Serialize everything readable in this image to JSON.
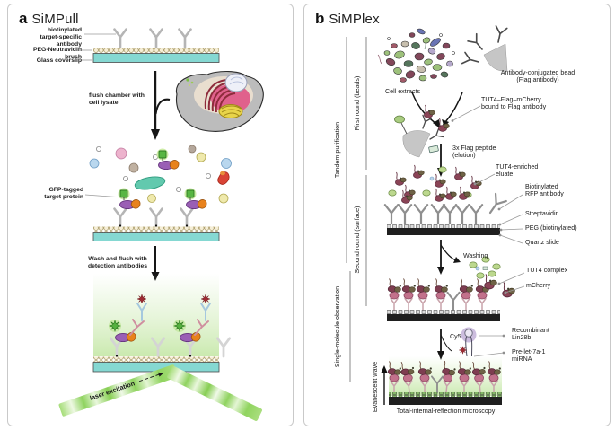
{
  "panel_a": {
    "tag": "a",
    "title": "SiMPull",
    "labels": {
      "biotinylated_antibody": "biotinylated\ntarget-specific antibody",
      "peg_brush": "PEG-Neutravidin brush",
      "glass_coverslip": "Glass coverslip",
      "flush": "flush chamber with\ncell lysate",
      "gfp_tagged": "GFP-tagged\ntarget protein",
      "wash": "Wash and flush with\ndetection antibodies",
      "laser": "laser excitation"
    }
  },
  "panel_b": {
    "tag": "b",
    "title": "SiMPlex",
    "side_labels": {
      "tandem": "Tandem purification",
      "first_round": "First round (beads)",
      "second_round": "Second round (surface)",
      "single_molecule": "Single-molecule observation",
      "evanescent": "Evanescent wave"
    },
    "labels": {
      "cell_extracts": "Cell extracts",
      "ab_bead": "Antibody-conjugated bead\n(Flag antibody)",
      "tut4_flag": "TUT4–Flag–mCherry\nbound to Flag antibody",
      "flag_peptide": "3x Flag peptide\n(elution)",
      "tut4_enriched": "TUT4-enriched\neluate",
      "biotin_rfp": "Biotinylated\nRFP antibody",
      "streptavidin": "Streptavidin",
      "peg_biotin": "PEG (biotinylated)",
      "quartz": "Quartz slide",
      "washing": "Washing",
      "tut4_complex": "TUT4 complex",
      "mcherry": "mCherry",
      "cy5": "Cy5",
      "lin28b": "Recombinant\nLin28b",
      "pre_let7": "Pre-let-7a-1\nmiRNA",
      "tirf": "Total-internal-reflection microscopy"
    }
  },
  "colors": {
    "gfp_green": "#55b13f",
    "mcherry_red": "#7a3b4d",
    "coverslip_teal": "#85d8d2",
    "laser_green": "#8fd35f",
    "bead_gray": "#c6c6c6",
    "purple_protein": "#9a5fb5",
    "orange_protein": "#e8821c"
  }
}
